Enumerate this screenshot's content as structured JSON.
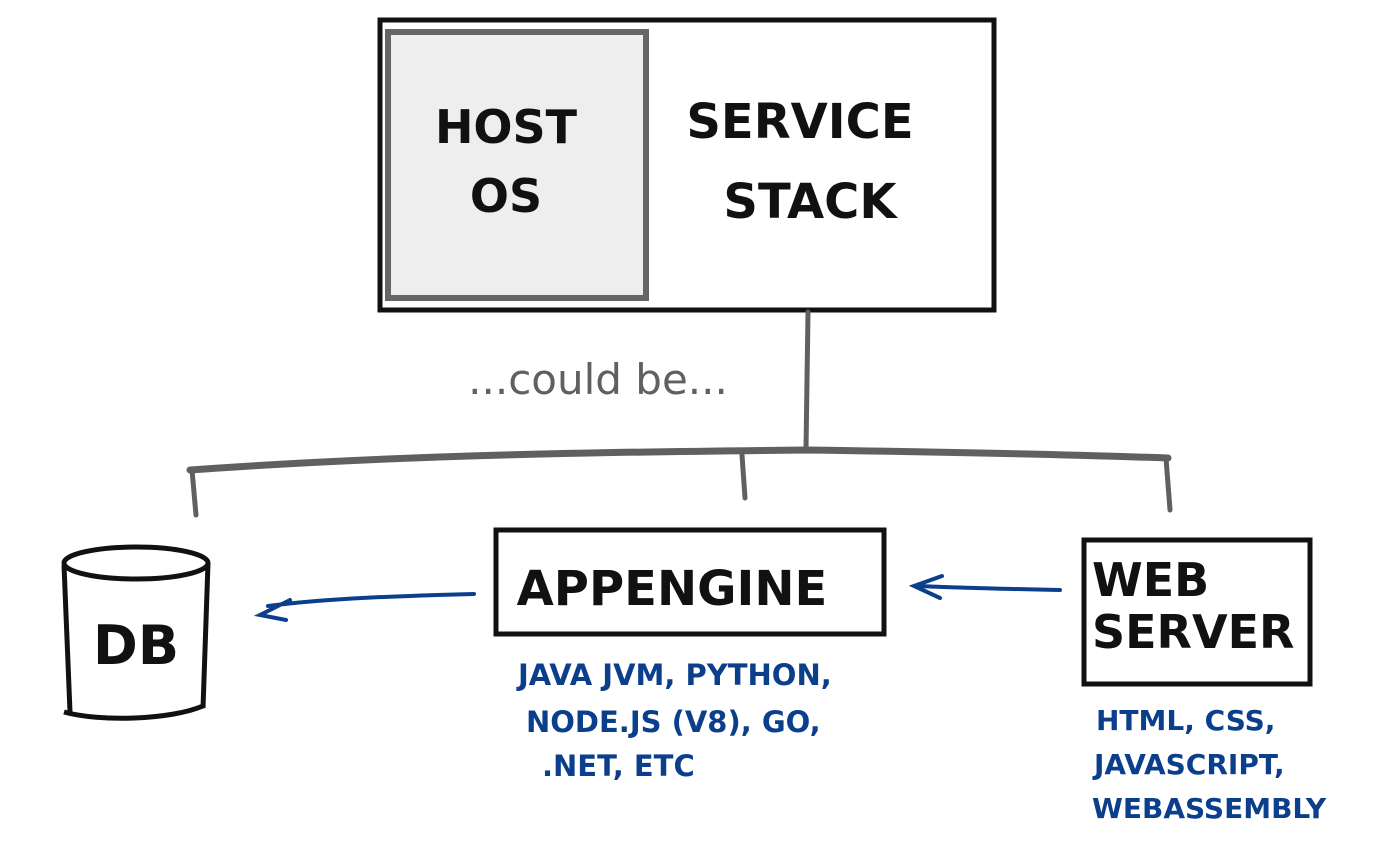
{
  "top_box": {
    "host_os_line1": "HOST",
    "host_os_line2": "OS",
    "service_stack_line1": "SERVICE",
    "service_stack_line2": "STACK"
  },
  "connector_label": "...could be...",
  "nodes": {
    "db": {
      "label": "DB"
    },
    "appengine": {
      "label": "APPENGINE",
      "details": [
        "JAVA JVM, PYTHON,",
        "NODE.JS (V8), GO,",
        ".NET, ETC"
      ]
    },
    "webserver": {
      "label_line1": "WEB",
      "label_line2": "SERVER",
      "details": [
        "HTML, CSS,",
        "JAVASCRIPT,",
        "WEBASSEMBLY"
      ]
    }
  },
  "colors": {
    "ink": "#111111",
    "gray": "#606060",
    "host_fill": "#eeeeee",
    "blue": "#0b3f8c"
  }
}
